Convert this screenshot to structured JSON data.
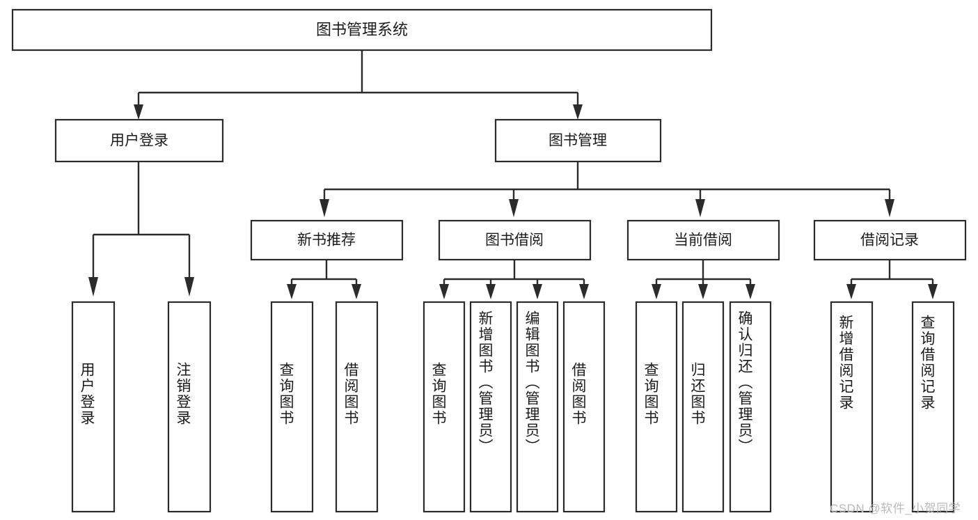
{
  "diagram": {
    "type": "tree-hierarchy",
    "title": "图书管理系统",
    "orientation": "top-down",
    "root": {
      "label": "图书管理系统",
      "children": [
        {
          "label": "用户登录",
          "children": [
            {
              "label": "用户登录"
            },
            {
              "label": "注销登录"
            }
          ]
        },
        {
          "label": "图书管理",
          "children": [
            {
              "label": "新书推荐",
              "children": [
                {
                  "label": "查询图书"
                },
                {
                  "label": "借阅图书"
                }
              ]
            },
            {
              "label": "图书借阅",
              "children": [
                {
                  "label": "查询图书"
                },
                {
                  "label": "新增图书（管理员）"
                },
                {
                  "label": "编辑图书（管理员）"
                },
                {
                  "label": "借阅图书"
                }
              ]
            },
            {
              "label": "当前借阅",
              "children": [
                {
                  "label": "查询图书"
                },
                {
                  "label": "归还图书"
                },
                {
                  "label": "确认归还（管理员）"
                }
              ]
            },
            {
              "label": "借阅记录",
              "children": [
                {
                  "label": "新增借阅记录"
                },
                {
                  "label": "查询借阅记录"
                }
              ]
            }
          ]
        }
      ]
    }
  },
  "nodes": {
    "root": {
      "label": "图书管理系统"
    },
    "l2": [
      {
        "label": "用户登录"
      },
      {
        "label": "图书管理"
      }
    ],
    "l3": [
      {
        "label": "新书推荐"
      },
      {
        "label": "图书借阅"
      },
      {
        "label": "当前借阅"
      },
      {
        "label": "借阅记录"
      }
    ],
    "leaves": [
      {
        "label": "用户登录"
      },
      {
        "label": "注销登录"
      },
      {
        "label": "查询图书"
      },
      {
        "label": "借阅图书"
      },
      {
        "label": "查询图书"
      },
      {
        "label": "新增图书（管理员）"
      },
      {
        "label": "编辑图书（管理员）"
      },
      {
        "label": "借阅图书"
      },
      {
        "label": "查询图书"
      },
      {
        "label": "归还图书"
      },
      {
        "label": "确认归还（管理员）"
      },
      {
        "label": "新增借阅记录"
      },
      {
        "label": "查询借阅记录"
      }
    ]
  },
  "watermark": {
    "text": "CSDN @软件_小贺同学"
  },
  "colors": {
    "stroke": "#2b2b2b",
    "fill": "#ffffff",
    "text": "#1b1b1b",
    "watermark": "#b9b9b9",
    "background": "#ffffff"
  }
}
